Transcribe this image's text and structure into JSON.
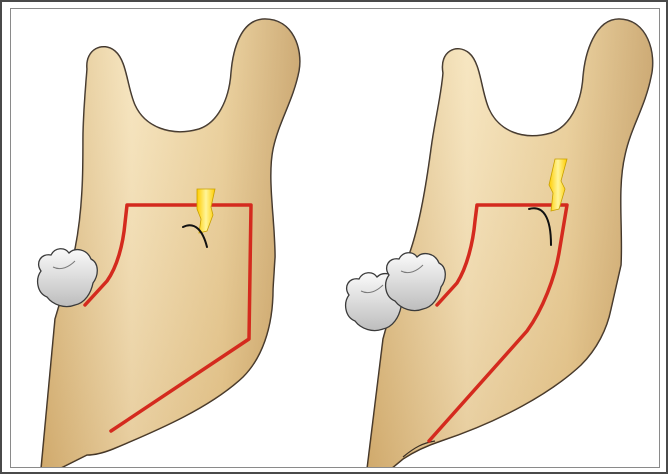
{
  "figure": {
    "panels": [
      {
        "id": "left",
        "structures": [
          "mandible",
          "molar-teeth",
          "osteotomy-line",
          "inferior-alveolar-nerve",
          "nerve-marking-curve"
        ]
      },
      {
        "id": "right",
        "structures": [
          "mandible",
          "molar-teeth",
          "osteotomy-line",
          "inferior-alveolar-nerve",
          "nerve-marking-curve"
        ]
      }
    ]
  },
  "colors": {
    "bone_light": "#f4dfb0",
    "bone_mid": "#e8c98c",
    "bone_dark": "#c9a265",
    "outline": "#3a2e22",
    "osteotomy_red": "#d42a1e",
    "nerve_yellow": "#ffd400",
    "nerve_highlight": "#fff6a0",
    "tooth_fill": "#e6e6e6",
    "tooth_shadow": "#b8b8b8",
    "frame": "#4a4a4a"
  }
}
